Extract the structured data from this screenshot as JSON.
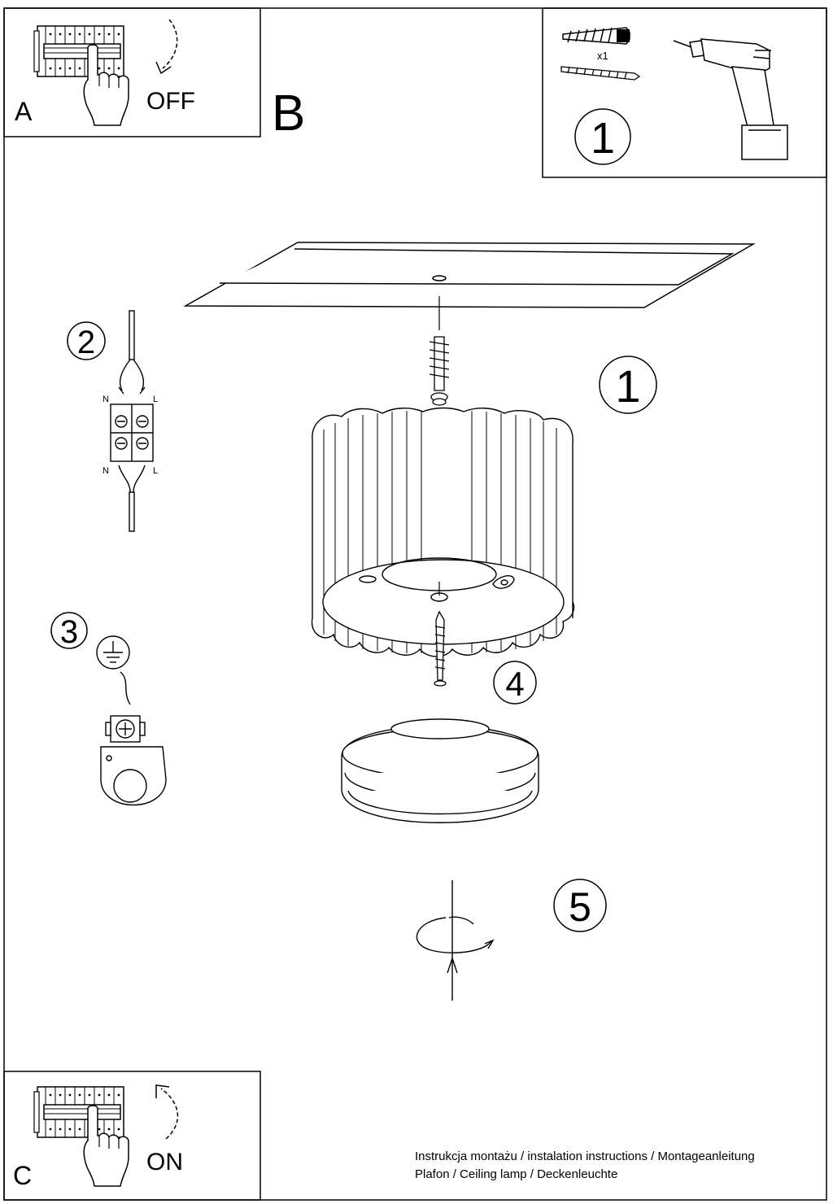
{
  "panels": {
    "a": {
      "letter": "A",
      "action": "OFF"
    },
    "b": {
      "letter": "B"
    },
    "c": {
      "letter": "C",
      "action": "ON"
    }
  },
  "steps": {
    "tools_step": "1",
    "anchor_quantity": "x1",
    "ceiling_step": "1",
    "wiring_step": "2",
    "earth_step": "3",
    "screw_step": "4",
    "twist_step": "5"
  },
  "wiring": {
    "neutral_top": "N",
    "live_top": "L",
    "neutral_bottom": "N",
    "live_bottom": "L"
  },
  "footer": {
    "line1": "Instrukcja montażu / instalation instructions / Montageanleitung",
    "line2": "Plafon / Ceiling lamp / Deckenleuchte"
  },
  "icons": [
    "breaker-panel-icon",
    "hand-icon",
    "curved-arrow-icon",
    "wall-plug-icon",
    "screw-icon",
    "drill-icon",
    "terminal-block-icon",
    "earth-symbol-icon",
    "earth-clamp-icon",
    "rotate-arrow-icon"
  ]
}
